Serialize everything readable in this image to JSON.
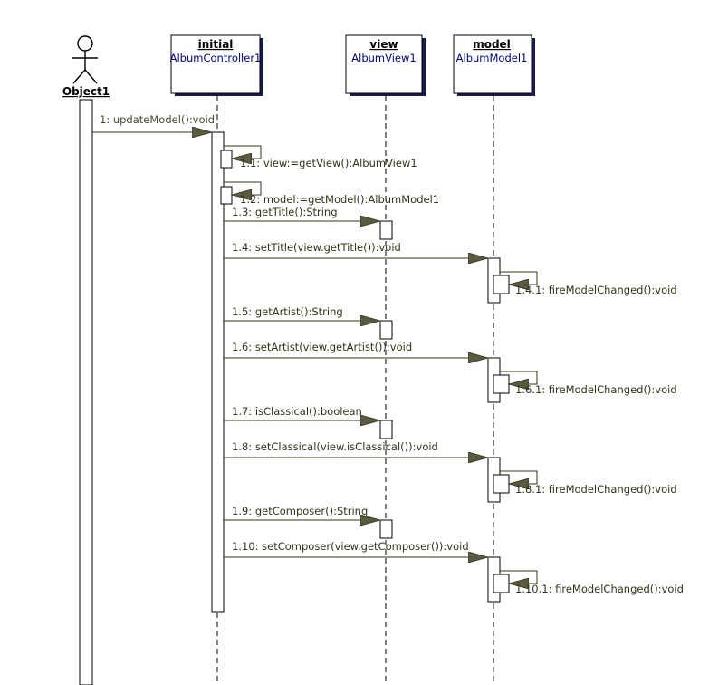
{
  "actor": {
    "name": "Object1"
  },
  "lifelines": [
    {
      "name": "initial",
      "class": "AlbumController1"
    },
    {
      "name": "view",
      "class": "AlbumView1"
    },
    {
      "name": "model",
      "class": "AlbumModel1"
    }
  ],
  "messages": [
    {
      "id": "1",
      "text": "1: updateModel():void"
    },
    {
      "id": "1.1",
      "text": "1.1: view:=getView():AlbumView1"
    },
    {
      "id": "1.2",
      "text": "1.2: model:=getModel():AlbumModel1"
    },
    {
      "id": "1.3",
      "text": "1.3: getTitle():String"
    },
    {
      "id": "1.4",
      "text": "1.4: setTitle(view.getTitle()):void"
    },
    {
      "id": "1.4.1",
      "text": "1.4.1: fireModelChanged():void"
    },
    {
      "id": "1.5",
      "text": "1.5: getArtist():String"
    },
    {
      "id": "1.6",
      "text": "1.6: setArtist(view.getArtist()):void"
    },
    {
      "id": "1.6.1",
      "text": "1.6.1: fireModelChanged():void"
    },
    {
      "id": "1.7",
      "text": "1.7: isClassical():boolean"
    },
    {
      "id": "1.8",
      "text": "1.8: setClassical(view.isClassical()):void"
    },
    {
      "id": "1.8.1",
      "text": "1.8.1: fireModelChanged():void"
    },
    {
      "id": "1.9",
      "text": "1.9: getComposer():String"
    },
    {
      "id": "1.10",
      "text": "1.10: setComposer(view.getComposer()):void"
    },
    {
      "id": "1.10.1",
      "text": "1.10.1: fireModelChanged():void"
    }
  ]
}
